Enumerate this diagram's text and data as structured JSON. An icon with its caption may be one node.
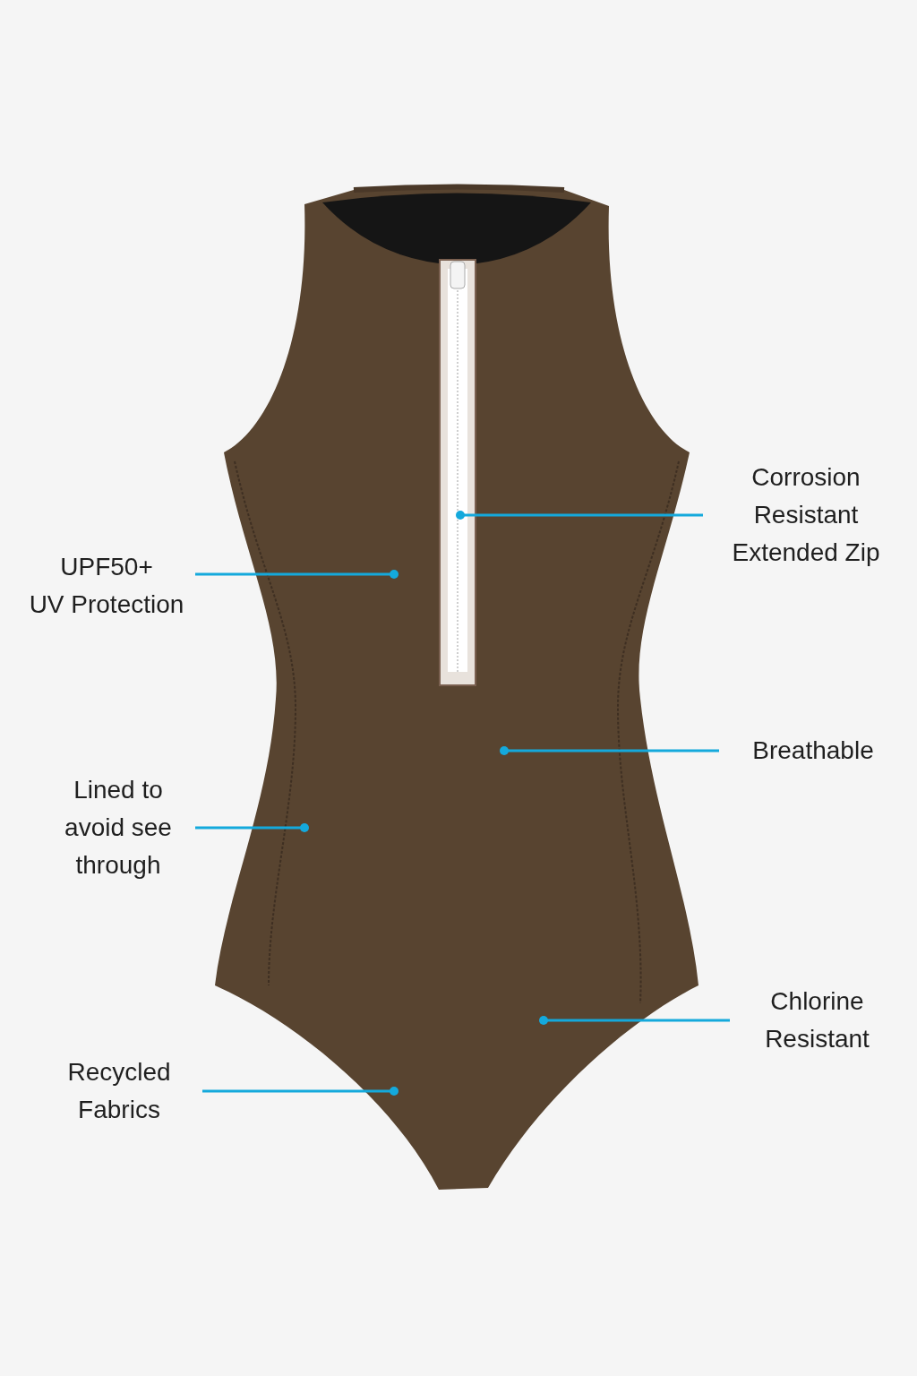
{
  "diagram": {
    "nodes": [
      {
        "text": [
          "Corrosion Resistant Extended Zip"
        ]
      },
      {
        "text": [
          "UPF50+",
          "UV Protection"
        ]
      },
      {
        "text": [
          "Breathable"
        ]
      },
      {
        "text": [
          "Lined to avoid see through"
        ]
      },
      {
        "text": [
          "Chlorine Resistant"
        ]
      },
      {
        "text": [
          "Recycled Fabrics"
        ]
      }
    ],
    "edges": [
      {
        "from": 0,
        "to": null,
        "arrow": "other"
      },
      {
        "from": 1,
        "to": null,
        "arrow": "other"
      },
      {
        "from": 2,
        "to": null,
        "arrow": "other"
      },
      {
        "from": 3,
        "to": null,
        "arrow": "other"
      },
      {
        "from": 4,
        "to": null,
        "arrow": "other"
      },
      {
        "from": 5,
        "to": null,
        "arrow": "other"
      }
    ]
  }
}
